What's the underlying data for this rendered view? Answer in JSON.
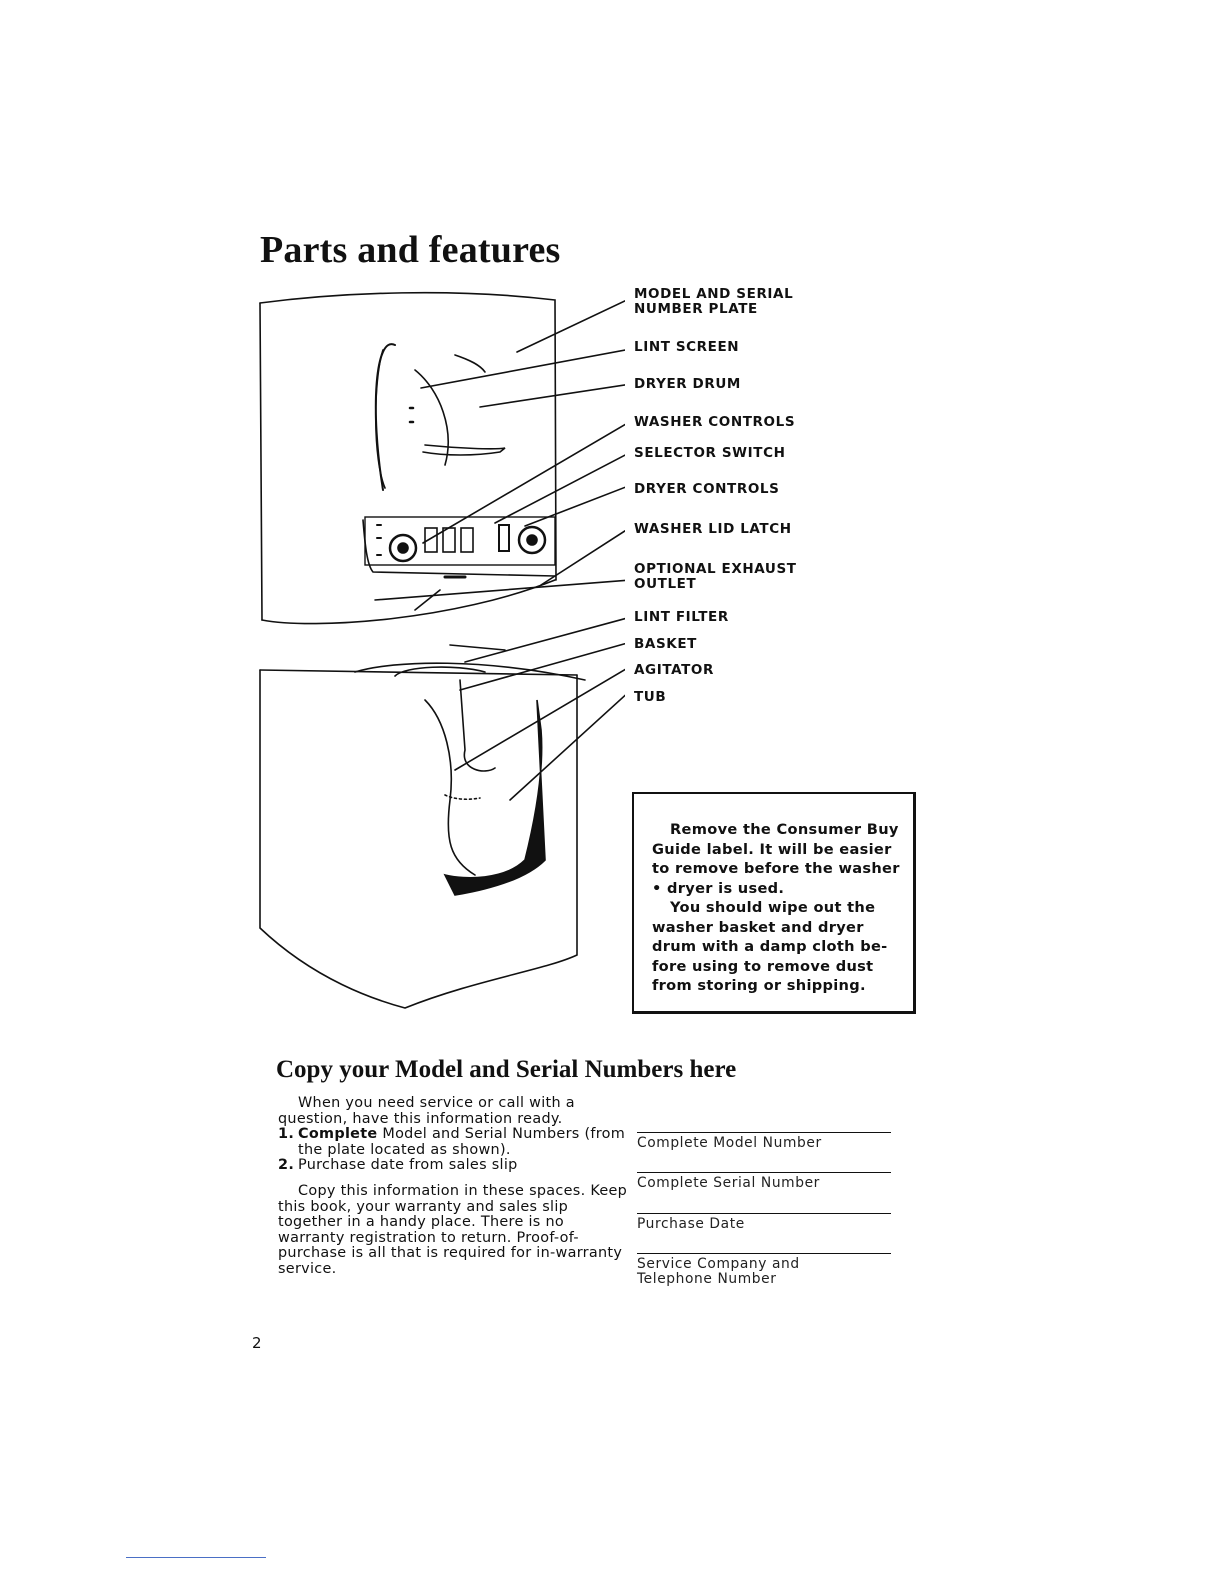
{
  "page": {
    "title": "Parts and features",
    "page_number": "2"
  },
  "callouts": [
    {
      "text": "MODEL AND SERIAL\nNUMBER PLATE"
    },
    {
      "text": "LINT SCREEN"
    },
    {
      "text": "DRYER DRUM"
    },
    {
      "text": "WASHER CONTROLS"
    },
    {
      "text": "SELECTOR SWITCH"
    },
    {
      "text": "DRYER CONTROLS"
    },
    {
      "text": "WASHER LID LATCH"
    },
    {
      "text": "OPTIONAL EXHAUST\nOUTLET"
    },
    {
      "text": "LINT FILTER"
    },
    {
      "text": "BASKET"
    },
    {
      "text": "AGITATOR"
    },
    {
      "text": "TUB"
    }
  ],
  "notice": {
    "paragraph_1": "Remove the Consumer Buy Guide label. It will be easier to remove before the washer • dryer is used.",
    "paragraph_2": "You should wipe out the washer basket and dryer drum with a damp cloth be-fore using to remove dust from storing or shipping."
  },
  "copy_section": {
    "heading": "Copy your Model and Serial Numbers here",
    "intro": "When you need service or call with a question, have this information ready.",
    "items": [
      {
        "number": "1.",
        "bold": "Complete",
        "text": " Model and Serial Numbers (from the plate located as shown)."
      },
      {
        "number": "2.",
        "bold": "",
        "text": "Purchase date from sales slip"
      }
    ],
    "closing": "Copy this information in these spaces. Keep this book, your warranty and sales slip together in a handy place. There is no warranty registration to return. Proof-of-purchase is all that is required for in-warranty service.",
    "fields": [
      {
        "label": "Complete Model Number"
      },
      {
        "label": "Complete Serial Number"
      },
      {
        "label": "Purchase Date"
      },
      {
        "label": "Service Company and\nTelephone Number"
      }
    ]
  },
  "colors": {
    "ink": "#111111",
    "footer_rule": "#4a6fc5"
  }
}
